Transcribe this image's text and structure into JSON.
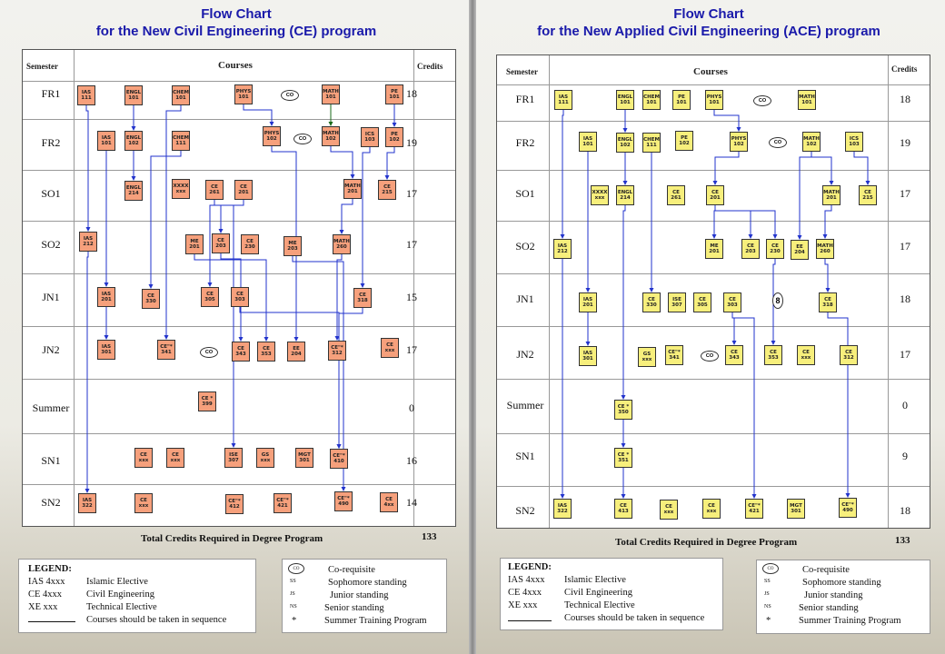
{
  "left": {
    "title_line1": "Flow Chart",
    "title_line2": "for the New Civil Engineering (CE) program",
    "headers": {
      "semester": "Semester",
      "courses": "Courses",
      "credits": "Credits"
    },
    "semesters": [
      "FR1",
      "FR2",
      "SO1",
      "SO2",
      "JN1",
      "JN2",
      "Summer",
      "SN1",
      "SN2"
    ],
    "credits": [
      "18",
      "19",
      "17",
      "17",
      "15",
      "17",
      "0",
      "16",
      "14"
    ],
    "total_label": "Total Credits Required in Degree Program",
    "total_value": "133",
    "courses": [
      {
        "id": "l1",
        "row": 0,
        "text": "IAS\n111"
      },
      {
        "id": "l2",
        "row": 0,
        "text": "ENGL\n101"
      },
      {
        "id": "l3",
        "row": 0,
        "text": "CHEM\n101"
      },
      {
        "id": "l4",
        "row": 0,
        "text": "PHYS\n101"
      },
      {
        "id": "l5",
        "row": 0,
        "text": "MATH\n101"
      },
      {
        "id": "l6",
        "row": 0,
        "text": "PE\n101"
      },
      {
        "id": "l7",
        "row": 1,
        "text": "IAS\n101"
      },
      {
        "id": "l8",
        "row": 1,
        "text": "ENGL\n102"
      },
      {
        "id": "l9",
        "row": 1,
        "text": "CHEM\n111"
      },
      {
        "id": "l10",
        "row": 1,
        "text": "PHYS\n102"
      },
      {
        "id": "l11",
        "row": 1,
        "text": "MATH\n102"
      },
      {
        "id": "l12",
        "row": 1,
        "text": "ICS\n103"
      },
      {
        "id": "l13",
        "row": 1,
        "text": "PE\n102"
      },
      {
        "id": "l14",
        "row": 2,
        "text": "ENGL\n214"
      },
      {
        "id": "l15",
        "row": 2,
        "text": "XXXX\nxxx"
      },
      {
        "id": "l16",
        "row": 2,
        "text": "CE\n261"
      },
      {
        "id": "l17",
        "row": 2,
        "text": "CE\n201"
      },
      {
        "id": "l18",
        "row": 2,
        "text": "MATH\n201"
      },
      {
        "id": "l19",
        "row": 2,
        "text": "CE\n215"
      },
      {
        "id": "l20",
        "row": 3,
        "text": "IAS\n212"
      },
      {
        "id": "l21",
        "row": 3,
        "text": "ME\n201"
      },
      {
        "id": "l22",
        "row": 3,
        "text": "CE\n203"
      },
      {
        "id": "l23",
        "row": 3,
        "text": "CE\n230"
      },
      {
        "id": "l24",
        "row": 3,
        "text": "ME\n203"
      },
      {
        "id": "l25",
        "row": 3,
        "text": "MATH\n260"
      },
      {
        "id": "l26",
        "row": 4,
        "text": "IAS\n201"
      },
      {
        "id": "l27",
        "row": 4,
        "text": "CE\n330"
      },
      {
        "id": "l28",
        "row": 4,
        "text": "CE\n305"
      },
      {
        "id": "l29",
        "row": 4,
        "text": "CE\n303"
      },
      {
        "id": "l30",
        "row": 4,
        "text": "CE\n318"
      },
      {
        "id": "l31",
        "row": 5,
        "text": "IAS\n301"
      },
      {
        "id": "l32",
        "row": 5,
        "text": "CE\"*\n341"
      },
      {
        "id": "l33",
        "row": 5,
        "text": "CE\n343"
      },
      {
        "id": "l34",
        "row": 5,
        "text": "CE\n353"
      },
      {
        "id": "l35",
        "row": 5,
        "text": "EE\n204"
      },
      {
        "id": "l36",
        "row": 5,
        "text": "CE\"*\n312"
      },
      {
        "id": "l37",
        "row": 5,
        "text": "CE\nxxx"
      },
      {
        "id": "l38",
        "row": 6,
        "text": "CE *\n399"
      },
      {
        "id": "l39",
        "row": 7,
        "text": "CE\nxxx"
      },
      {
        "id": "l40",
        "row": 7,
        "text": "CE\nxxx"
      },
      {
        "id": "l41",
        "row": 7,
        "text": "ISE\n307"
      },
      {
        "id": "l42",
        "row": 7,
        "text": "GS\nxxx"
      },
      {
        "id": "l43",
        "row": 7,
        "text": "MGT\n301"
      },
      {
        "id": "l44",
        "row": 7,
        "text": "CE\"*\n410"
      },
      {
        "id": "l45",
        "row": 8,
        "text": "IAS\n322"
      },
      {
        "id": "l46",
        "row": 8,
        "text": "CE\nxxx"
      },
      {
        "id": "l47",
        "row": 8,
        "text": "CE\"*\n412"
      },
      {
        "id": "l48",
        "row": 8,
        "text": "CE\"*\n421"
      },
      {
        "id": "l49",
        "row": 8,
        "text": "CE\"*\n490"
      },
      {
        "id": "l50",
        "row": 8,
        "text": "CE\n4xx"
      }
    ],
    "co_marks": [
      "CO",
      "CO",
      "CO"
    ]
  },
  "right": {
    "title_line1": "Flow Chart",
    "title_line2": "for the New Applied Civil Engineering (ACE) program",
    "headers": {
      "semester": "Semester",
      "courses": "Courses",
      "credits": "Credits"
    },
    "semesters": [
      "FR1",
      "FR2",
      "SO1",
      "SO2",
      "JN1",
      "JN2",
      "Summer",
      "SN1",
      "SN2"
    ],
    "credits": [
      "18",
      "19",
      "17",
      "17",
      "18",
      "17",
      "0",
      "9",
      "18"
    ],
    "total_label": "Total Credits Required in Degree Program",
    "total_value": "133",
    "courses": [
      {
        "id": "r1",
        "row": 0,
        "text": "IAS\n111"
      },
      {
        "id": "r2",
        "row": 0,
        "text": "ENGL\n101"
      },
      {
        "id": "r3",
        "row": 0,
        "text": "CHEM\n101"
      },
      {
        "id": "r4",
        "row": 0,
        "text": "PE\n101"
      },
      {
        "id": "r5",
        "row": 0,
        "text": "PHYS\n101"
      },
      {
        "id": "r6",
        "row": 0,
        "text": "MATH\n101"
      },
      {
        "id": "r7",
        "row": 1,
        "text": "IAS\n101"
      },
      {
        "id": "r8",
        "row": 1,
        "text": "ENGL\n102"
      },
      {
        "id": "r9",
        "row": 1,
        "text": "CHEM\n111"
      },
      {
        "id": "r10",
        "row": 1,
        "text": "PE\n102"
      },
      {
        "id": "r11",
        "row": 1,
        "text": "PHYS\n102"
      },
      {
        "id": "r12",
        "row": 1,
        "text": "MATH\n102"
      },
      {
        "id": "r13",
        "row": 1,
        "text": "ICS\n103"
      },
      {
        "id": "r14",
        "row": 2,
        "text": "XXXX\nxxx"
      },
      {
        "id": "r15",
        "row": 2,
        "text": "ENGL\n214"
      },
      {
        "id": "r16",
        "row": 2,
        "text": "CE\n261"
      },
      {
        "id": "r17",
        "row": 2,
        "text": "CE\n201"
      },
      {
        "id": "r18",
        "row": 2,
        "text": "MATH\n201"
      },
      {
        "id": "r19",
        "row": 2,
        "text": "CE\n215"
      },
      {
        "id": "r20",
        "row": 3,
        "text": "IAS\n212"
      },
      {
        "id": "r21",
        "row": 3,
        "text": "ME\n201"
      },
      {
        "id": "r22",
        "row": 3,
        "text": "CE\n203"
      },
      {
        "id": "r23",
        "row": 3,
        "text": "CE\n230"
      },
      {
        "id": "r24",
        "row": 3,
        "text": "EE\n204"
      },
      {
        "id": "r25",
        "row": 3,
        "text": "MATH\n260"
      },
      {
        "id": "r26",
        "row": 4,
        "text": "IAS\n201"
      },
      {
        "id": "r27",
        "row": 4,
        "text": "CE\n330"
      },
      {
        "id": "r28",
        "row": 4,
        "text": "ISE\n307"
      },
      {
        "id": "r29",
        "row": 4,
        "text": "CE\n305"
      },
      {
        "id": "r30",
        "row": 4,
        "text": "CE\n303"
      },
      {
        "id": "r31",
        "row": 4,
        "text": "CE\n318"
      },
      {
        "id": "r32",
        "row": 5,
        "text": "IAS\n301"
      },
      {
        "id": "r33",
        "row": 5,
        "text": "GS\nxxx"
      },
      {
        "id": "r34",
        "row": 5,
        "text": "CE\"*\n341"
      },
      {
        "id": "r35",
        "row": 5,
        "text": "CE\n343"
      },
      {
        "id": "r36",
        "row": 5,
        "text": "CE\n353"
      },
      {
        "id": "r37",
        "row": 5,
        "text": "CE\nxxx"
      },
      {
        "id": "r38",
        "row": 5,
        "text": "CE\n312"
      },
      {
        "id": "r39",
        "row": 6,
        "text": "CE *\n350"
      },
      {
        "id": "r40",
        "row": 7,
        "text": "CE *\n351"
      },
      {
        "id": "r41",
        "row": 8,
        "text": "IAS\n322"
      },
      {
        "id": "r42",
        "row": 8,
        "text": "CE\n413"
      },
      {
        "id": "r43",
        "row": 8,
        "text": "CE\nxxx"
      },
      {
        "id": "r44",
        "row": 8,
        "text": "CE\nxxx"
      },
      {
        "id": "r45",
        "row": 8,
        "text": "CE\"*\n421"
      },
      {
        "id": "r46",
        "row": 8,
        "text": "MGT\n301"
      },
      {
        "id": "r47",
        "row": 8,
        "text": "CE\"*\n490"
      }
    ],
    "co_marks": [
      "CO",
      "CO",
      "CO",
      "8"
    ]
  },
  "legend": {
    "title": "LEGEND:",
    "items": [
      {
        "code": "IAS 4xxx",
        "desc": "Islamic Elective"
      },
      {
        "code": "CE 4xxx",
        "desc": "Civil Engineering"
      },
      {
        "code": "XE xxx",
        "desc": "Technical Elective"
      }
    ],
    "sequence_note": "Courses should be taken in sequence"
  },
  "symbols": [
    {
      "key": "CO",
      "desc": "Co-requisite"
    },
    {
      "key": "SS",
      "desc": "Sophomore standing"
    },
    {
      "key": "JS",
      "desc": "Junior standing"
    },
    {
      "key": "NS",
      "desc": "Senior standing"
    },
    {
      "key": "*",
      "desc": "Summer Training Program"
    }
  ],
  "colors": {
    "ce_box": "#f6a07c",
    "ace_box": "#f7ef7c",
    "arrow_blue": "#2233cc",
    "arrow_green": "#1a6a1a",
    "title_blue": "#1a1aaa"
  }
}
